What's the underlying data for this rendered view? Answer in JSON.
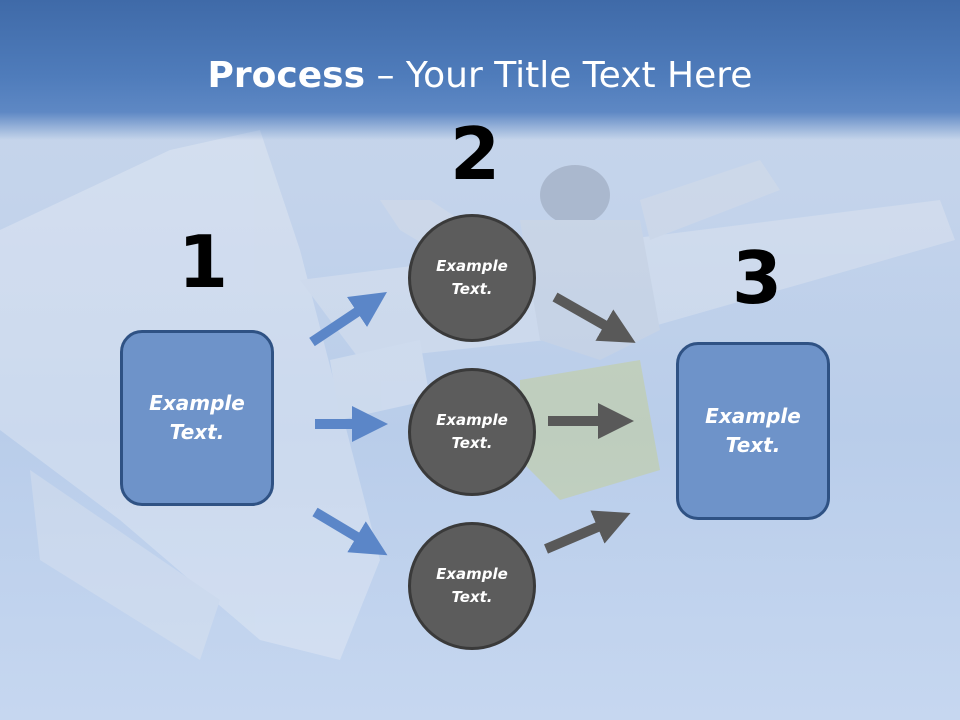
{
  "slide": {
    "title_bold": "Process",
    "title_rest": " – Your Title Text Here",
    "steps": [
      {
        "number": "1",
        "text": "Example\nText."
      },
      {
        "number": "2",
        "items": [
          "Example\nText.",
          "Example\nText.",
          "Example\nText."
        ]
      },
      {
        "number": "3",
        "text": "Example\nText."
      }
    ]
  },
  "colors": {
    "title_band": "#4f7cbb",
    "box_fill": "#6e93c9",
    "box_border": "#2f5284",
    "circle_fill": "#5c5c5c",
    "blue_arrow": "#5b86c8",
    "gray_arrow": "#595959"
  }
}
